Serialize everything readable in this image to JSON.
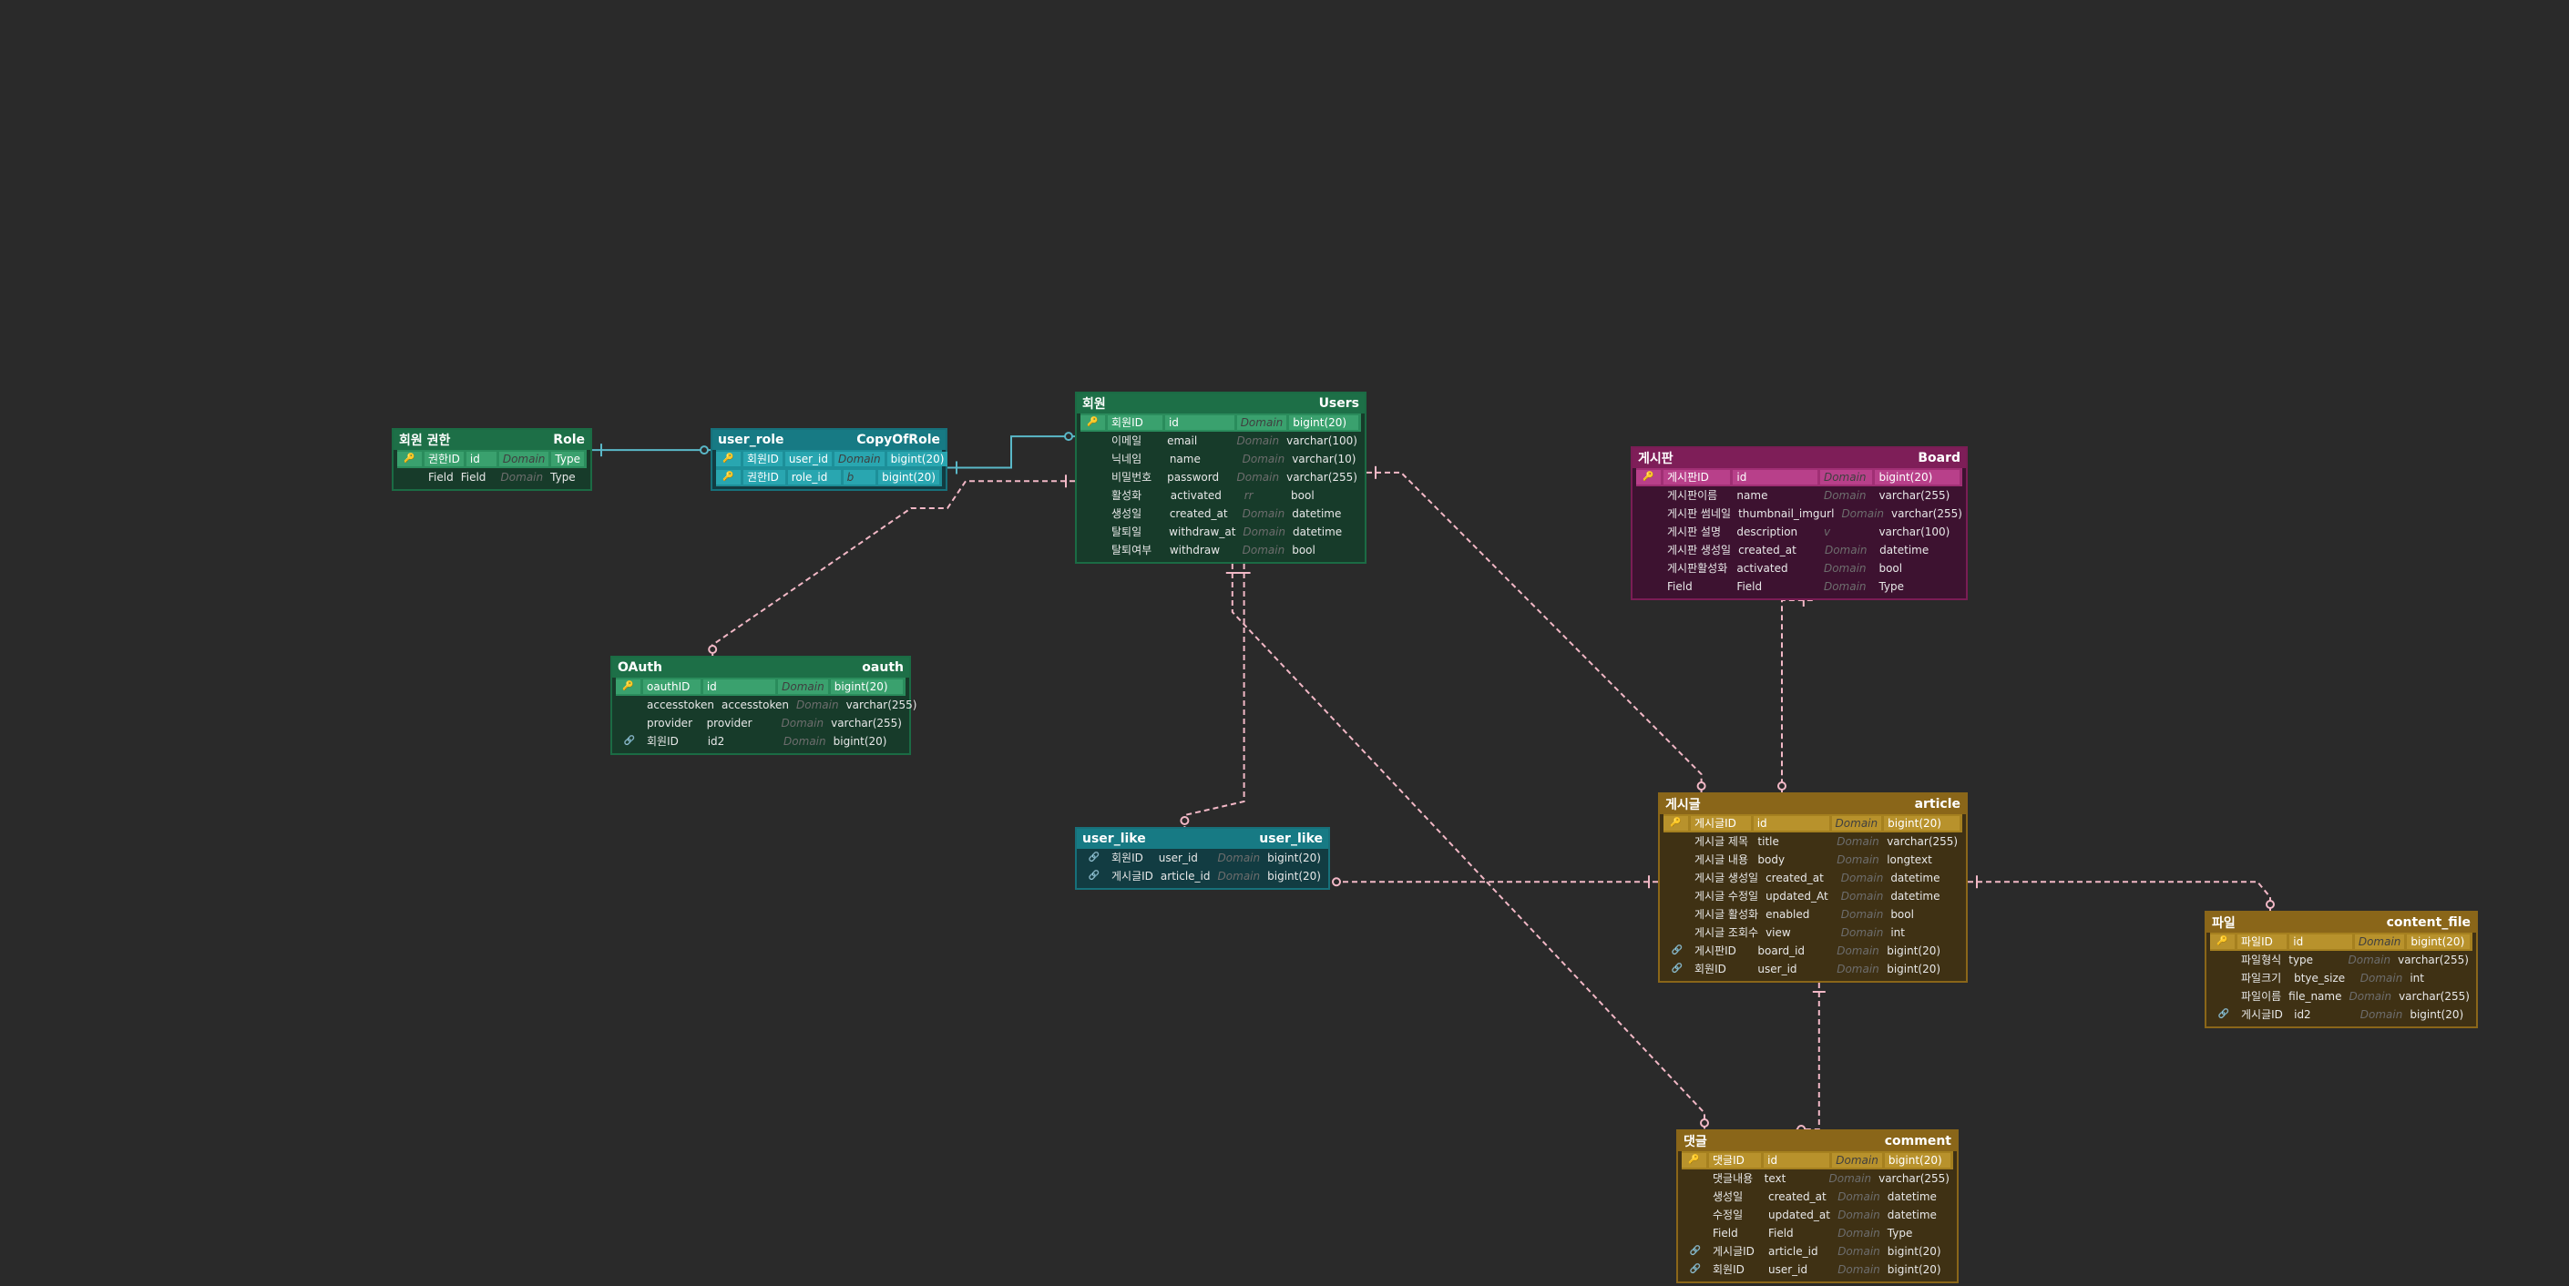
{
  "theme": {
    "canvas_bg": "#2a2a2a",
    "link_color": "#f2b8c6",
    "link_color_teal": "#5ab8c8"
  },
  "key_marks": {
    "pk": "🔑",
    "fk": "🔗"
  },
  "entities": [
    {
      "id": "role",
      "title": "회원 권한",
      "name": "Role",
      "color": "green",
      "fields": [
        {
          "key": "pk",
          "logical": "권한ID",
          "physical": "id",
          "domain": "Domain",
          "type": "Type"
        },
        {
          "key": "",
          "logical": "Field",
          "physical": "Field",
          "domain": "Domain",
          "type": "Type"
        }
      ]
    },
    {
      "id": "user_role",
      "title": "user_role",
      "name": "CopyOfRole",
      "color": "teal",
      "fields": [
        {
          "key": "pk",
          "logical": "회원ID",
          "physical": "user_id",
          "domain": "Domain",
          "type": "bigint(20)"
        },
        {
          "key": "pk",
          "logical": "권한ID",
          "physical": "role_id",
          "domain": "b",
          "type": "bigint(20)"
        }
      ]
    },
    {
      "id": "users",
      "title": "회원",
      "name": "Users",
      "color": "green",
      "fields": [
        {
          "key": "pk",
          "logical": "회원ID",
          "physical": "id",
          "domain": "Domain",
          "type": "bigint(20)"
        },
        {
          "key": "",
          "logical": "이메일",
          "physical": "email",
          "domain": "Domain",
          "type": "varchar(100)"
        },
        {
          "key": "",
          "logical": "닉네임",
          "physical": "name",
          "domain": "Domain",
          "type": "varchar(10)"
        },
        {
          "key": "",
          "logical": "비밀번호",
          "physical": "password",
          "domain": "Domain",
          "type": "varchar(255)"
        },
        {
          "key": "",
          "logical": "활성화",
          "physical": "activated",
          "domain": "rr",
          "type": "bool"
        },
        {
          "key": "",
          "logical": "생성일",
          "physical": "created_at",
          "domain": "Domain",
          "type": "datetime"
        },
        {
          "key": "",
          "logical": "탈퇴일",
          "physical": "withdraw_at",
          "domain": "Domain",
          "type": "datetime"
        },
        {
          "key": "",
          "logical": "탈퇴여부",
          "physical": "withdraw",
          "domain": "Domain",
          "type": "bool"
        }
      ]
    },
    {
      "id": "board",
      "title": "게시판",
      "name": "Board",
      "color": "magenta",
      "fields": [
        {
          "key": "pk",
          "logical": "게시판ID",
          "physical": "id",
          "domain": "Domain",
          "type": "bigint(20)"
        },
        {
          "key": "",
          "logical": "게시판이름",
          "physical": "name",
          "domain": "Domain",
          "type": "varchar(255)"
        },
        {
          "key": "",
          "logical": "게시판 썸네일",
          "physical": "thumbnail_imgurl",
          "domain": "Domain",
          "type": "varchar(255)"
        },
        {
          "key": "",
          "logical": "게시판 설명",
          "physical": "description",
          "domain": "v",
          "type": "varchar(100)"
        },
        {
          "key": "",
          "logical": "게시판 생성일",
          "physical": "created_at",
          "domain": "Domain",
          "type": "datetime"
        },
        {
          "key": "",
          "logical": "게시판활성화",
          "physical": "activated",
          "domain": "Domain",
          "type": "bool"
        },
        {
          "key": "",
          "logical": "Field",
          "physical": "Field",
          "domain": "Domain",
          "type": "Type"
        }
      ]
    },
    {
      "id": "oauth",
      "title": "OAuth",
      "name": "oauth",
      "color": "green",
      "fields": [
        {
          "key": "pk",
          "logical": "oauthID",
          "physical": "id",
          "domain": "Domain",
          "type": "bigint(20)"
        },
        {
          "key": "",
          "logical": "accesstoken",
          "physical": "accesstoken",
          "domain": "Domain",
          "type": "varchar(255)"
        },
        {
          "key": "",
          "logical": "provider",
          "physical": "provider",
          "domain": "Domain",
          "type": "varchar(255)"
        },
        {
          "key": "fk",
          "logical": "회원ID",
          "physical": "id2",
          "domain": "Domain",
          "type": "bigint(20)"
        }
      ]
    },
    {
      "id": "user_like",
      "title": "user_like",
      "name": "user_like",
      "color": "teal",
      "fields": [
        {
          "key": "fk",
          "logical": "회원ID",
          "physical": "user_id",
          "domain": "Domain",
          "type": "bigint(20)"
        },
        {
          "key": "fk",
          "logical": "게시글ID",
          "physical": "article_id",
          "domain": "Domain",
          "type": "bigint(20)"
        }
      ]
    },
    {
      "id": "article",
      "title": "게시글",
      "name": "article",
      "color": "gold",
      "fields": [
        {
          "key": "pk",
          "logical": "게시글ID",
          "physical": "id",
          "domain": "Domain",
          "type": "bigint(20)"
        },
        {
          "key": "",
          "logical": "게시글 제목",
          "physical": "title",
          "domain": "Domain",
          "type": "varchar(255)"
        },
        {
          "key": "",
          "logical": "게시글 내용",
          "physical": "body",
          "domain": "Domain",
          "type": "longtext"
        },
        {
          "key": "",
          "logical": "게시글 생성일",
          "physical": "created_at",
          "domain": "Domain",
          "type": "datetime"
        },
        {
          "key": "",
          "logical": "게시글 수정일",
          "physical": "updated_At",
          "domain": "Domain",
          "type": "datetime"
        },
        {
          "key": "",
          "logical": "게시글 활성화",
          "physical": "enabled",
          "domain": "Domain",
          "type": "bool"
        },
        {
          "key": "",
          "logical": "게시글 조회수",
          "physical": "view",
          "domain": "Domain",
          "type": "int"
        },
        {
          "key": "fk",
          "logical": "게시판ID",
          "physical": "board_id",
          "domain": "Domain",
          "type": "bigint(20)"
        },
        {
          "key": "fk",
          "logical": "회원ID",
          "physical": "user_id",
          "domain": "Domain",
          "type": "bigint(20)"
        }
      ]
    },
    {
      "id": "content_file",
      "title": "파일",
      "name": "content_file",
      "color": "gold",
      "fields": [
        {
          "key": "pk",
          "logical": "파일ID",
          "physical": "id",
          "domain": "Domain",
          "type": "bigint(20)"
        },
        {
          "key": "",
          "logical": "파일형식",
          "physical": "type",
          "domain": "Domain",
          "type": "varchar(255)"
        },
        {
          "key": "",
          "logical": "파일크기",
          "physical": "btye_size",
          "domain": "Domain",
          "type": "int"
        },
        {
          "key": "",
          "logical": "파일이름",
          "physical": "file_name",
          "domain": "Domain",
          "type": "varchar(255)"
        },
        {
          "key": "fk",
          "logical": "게시글ID",
          "physical": "id2",
          "domain": "Domain",
          "type": "bigint(20)"
        }
      ]
    },
    {
      "id": "comment",
      "title": "댓글",
      "name": "comment",
      "color": "gold",
      "fields": [
        {
          "key": "pk",
          "logical": "댓글ID",
          "physical": "id",
          "domain": "Domain",
          "type": "bigint(20)"
        },
        {
          "key": "",
          "logical": "댓글내용",
          "physical": "text",
          "domain": "Domain",
          "type": "varchar(255)"
        },
        {
          "key": "",
          "logical": "생성일",
          "physical": "created_at",
          "domain": "Domain",
          "type": "datetime"
        },
        {
          "key": "",
          "logical": "수정일",
          "physical": "updated_at",
          "domain": "Domain",
          "type": "datetime"
        },
        {
          "key": "",
          "logical": "Field",
          "physical": "Field",
          "domain": "Domain",
          "type": "Type"
        },
        {
          "key": "fk",
          "logical": "게시글ID",
          "physical": "article_id",
          "domain": "Domain",
          "type": "bigint(20)"
        },
        {
          "key": "fk",
          "logical": "회원ID",
          "physical": "user_id",
          "domain": "Domain",
          "type": "bigint(20)"
        }
      ]
    }
  ],
  "relationships": [
    {
      "from": "role",
      "to": "user_role",
      "style": "solid"
    },
    {
      "from": "user_role",
      "to": "users",
      "style": "solid"
    },
    {
      "from": "users",
      "to": "oauth",
      "style": "dashed"
    },
    {
      "from": "users",
      "to": "user_like",
      "style": "dashed"
    },
    {
      "from": "users",
      "to": "article",
      "style": "dashed"
    },
    {
      "from": "users",
      "to": "comment",
      "style": "dashed"
    },
    {
      "from": "board",
      "to": "article",
      "style": "dashed"
    },
    {
      "from": "article",
      "to": "user_like",
      "style": "dashed"
    },
    {
      "from": "article",
      "to": "content_file",
      "style": "dashed"
    },
    {
      "from": "article",
      "to": "comment",
      "style": "dashed"
    }
  ]
}
